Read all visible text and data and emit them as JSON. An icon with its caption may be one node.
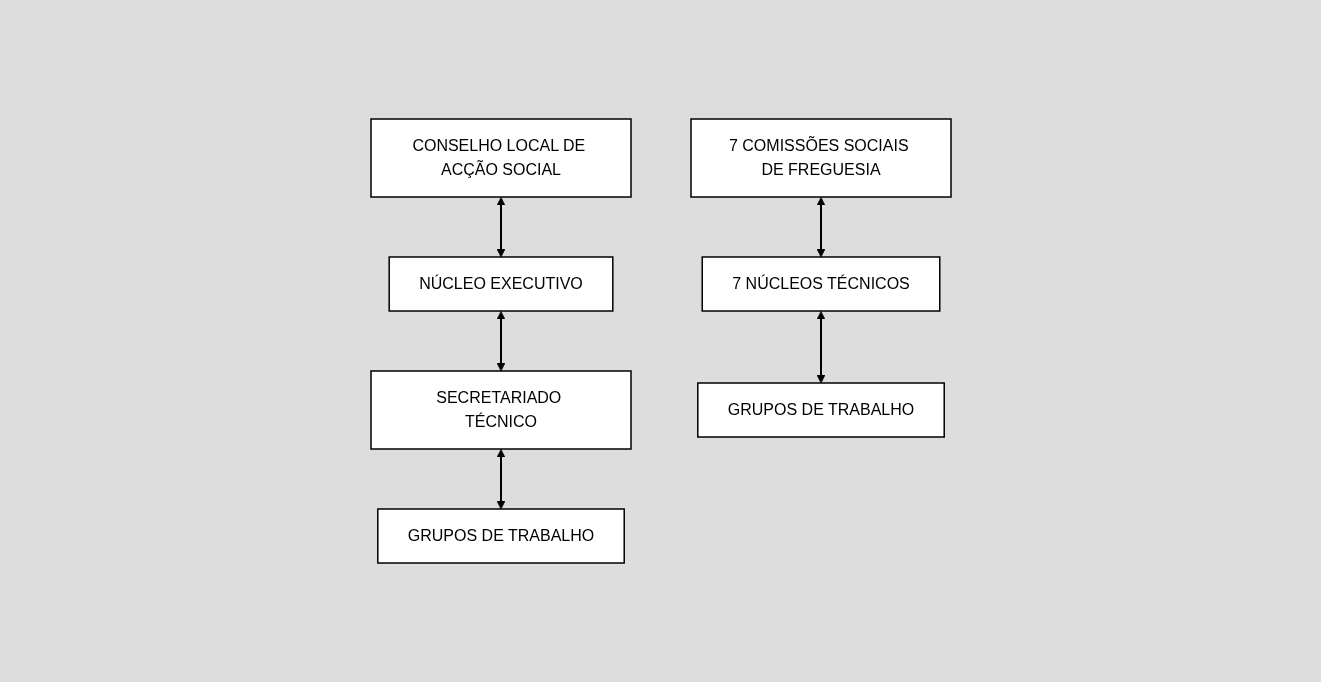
{
  "diagram": {
    "nodes": [
      {
        "text": [
          "CONSELHO LOCAL DE ACÇÃO SOCIAL"
        ]
      },
      {
        "text": [
          "NÚCLEO EXECUTIVO"
        ]
      },
      {
        "text": [
          "SECRETARIADO TÉCNICO"
        ]
      },
      {
        "text": [
          "GRUPOS DE TRABALHO"
        ]
      },
      {
        "text": [
          "7 COMISSÕES SOCIAIS DE FREGUESIA"
        ]
      },
      {
        "text": [
          "7 NÚCLEOS TÉCNICOS"
        ]
      },
      {
        "text": [
          "GRUPOS DE TRABALHO"
        ]
      }
    ],
    "edges": [
      {
        "from": 0,
        "to": 1,
        "arrow": "both"
      },
      {
        "from": 1,
        "to": 2,
        "arrow": "both"
      },
      {
        "from": 2,
        "to": 3,
        "arrow": "both"
      },
      {
        "from": 4,
        "to": 5,
        "arrow": "both"
      },
      {
        "from": 5,
        "to": 6,
        "arrow": "both"
      }
    ]
  }
}
